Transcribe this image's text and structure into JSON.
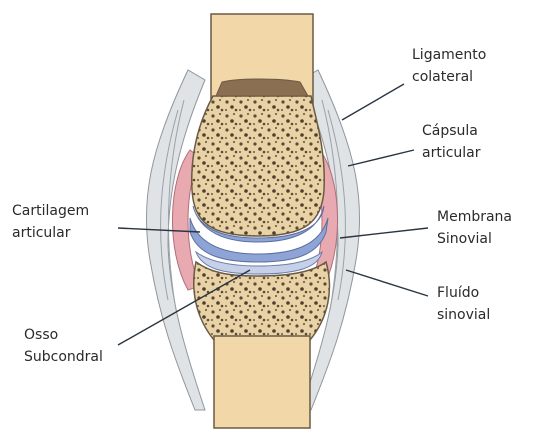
{
  "diagram": {
    "labels": {
      "ligamento_colateral": [
        "Ligamento",
        "colateral"
      ],
      "capsula_articular": [
        "Cápsula",
        "articular"
      ],
      "membrana_sinovial": [
        "Membrana",
        "Sinovial"
      ],
      "fluido_sinovial": [
        "Fluído",
        "sinovial"
      ],
      "cartilagem_articular": [
        "Cartilagem",
        "articular"
      ],
      "osso_subcondral": [
        "Osso",
        "Subcondral"
      ]
    },
    "colors": {
      "bone_shaft": "#f2d7a8",
      "bone_outline": "#6b5a44",
      "spongy_bone": "#e8d0a0",
      "cartilage": "#8fa4d6",
      "synovial_membrane": "#e9a9b0",
      "ligament": "#d8dde2",
      "leader_line": "#2a3540"
    }
  }
}
